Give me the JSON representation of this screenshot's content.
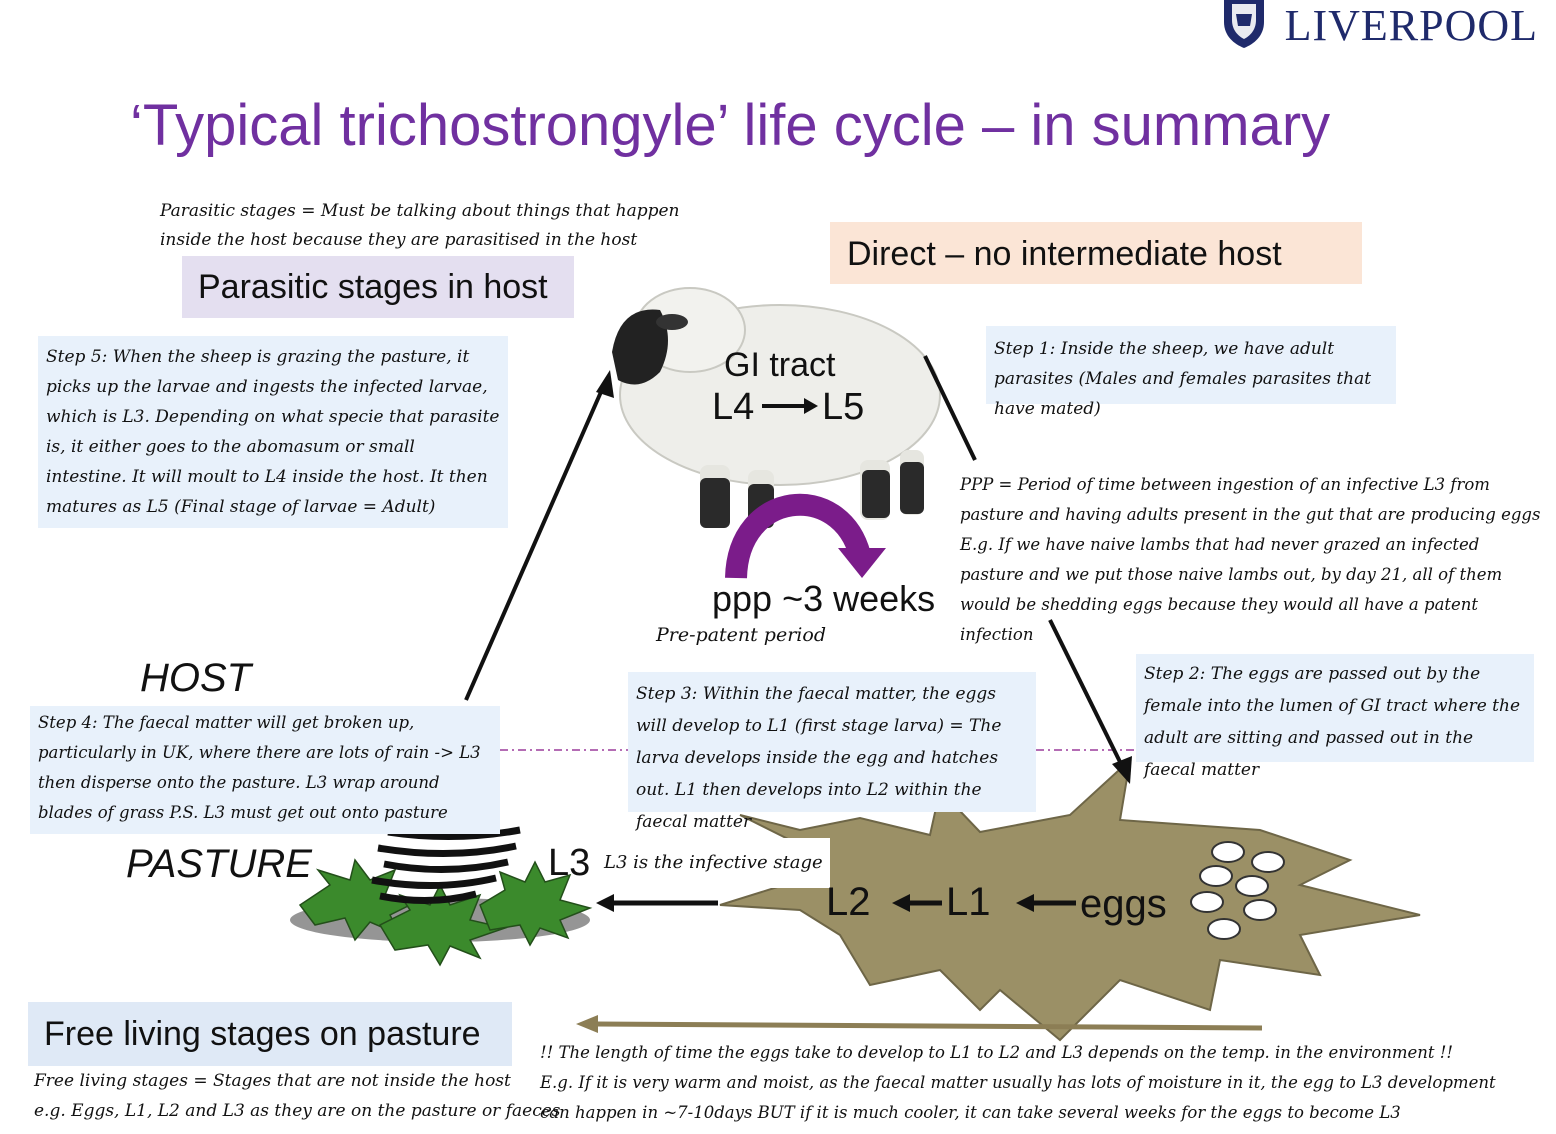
{
  "header": {
    "logo_text": "LIVERPOOL",
    "title": "‘Typical trichostrongyle’ life cycle – in summary"
  },
  "notes": {
    "parasitic_definition_1": "Parasitic stages = Must be talking about things that happen",
    "parasitic_definition_2": "inside the host because they are parasitised in the host",
    "step5": "Step 5: When the sheep is grazing the pasture, it picks up the larvae and ingests the infected larvae, which is L3. Depending on what specie that parasite is, it either goes to the abomasum or small intestine. It will moult to L4 inside the host. It then matures as L5 (Final stage of larvae = Adult)",
    "step1": "Step 1: Inside the sheep, we have adult parasites (Males and females parasites that have mated)",
    "ppp_note": "PPP = Period of time between ingestion of an infective L3 from pasture and having adults present in the gut that are producing eggs E.g. If we have naive lambs that had never grazed an infected pasture and we put those naive lambs out, by day 21, all of them would be shedding eggs because they would all have a patent infection",
    "pre_patent": "Pre-patent period",
    "step2": "Step 2: The eggs are passed out by the female into the lumen of GI tract where the adult are sitting and passed out in the faecal matter",
    "step3": "Step 3: Within the faecal matter, the eggs will develop to L1 (first stage larva) = The larva develops inside the egg and hatches out. L1 then develops into L2 within the faecal matter",
    "step4": "Step 4: The faecal matter will get broken up, particularly in UK, where there are lots of rain -> L3 then disperse onto the pasture. L3 wrap around blades of grass P.S. L3 must get out onto pasture",
    "l3_infective": "L3 is the infective stage",
    "free_definition_1": "Free living stages = Stages that are not inside the host",
    "free_definition_2": "e.g. Eggs, L1, L2 and L3 as they are on the pasture or faeces",
    "temp_note_1": "!! The length of time the eggs take to develop to L1 to L2 and L3 depends on the temp. in the environment !!",
    "temp_note_2": "E.g. If it is very warm and moist, as the faecal matter usually has lots of moisture in it, the egg to L3 development",
    "temp_note_3": "can happen in ~7-10days BUT if it is much cooler, it can take several weeks for the eggs to become L3"
  },
  "labels": {
    "parasitic_stages": "Parasitic stages in host",
    "direct": "Direct – no intermediate host",
    "free_living": "Free living stages on pasture",
    "host": "HOST",
    "pasture": "PASTURE",
    "gi_tract": "GI tract",
    "l4": "L4",
    "l5": "L5",
    "ppp": "ppp ~3 weeks",
    "l3": "L3",
    "l2": "L2",
    "l1": "L1",
    "eggs": "eggs"
  },
  "colors": {
    "title": "#7030a0",
    "parasitic_box": "#e4dff0",
    "direct_box": "#fbe5d6",
    "free_box": "#dfe9f6",
    "note_box": "#e8f1fb",
    "faeces": "#9b9066",
    "ppp_arrow": "#7b1c8a",
    "grass": "#3b8a2c",
    "timeline_arrow": "#8c7e55"
  }
}
